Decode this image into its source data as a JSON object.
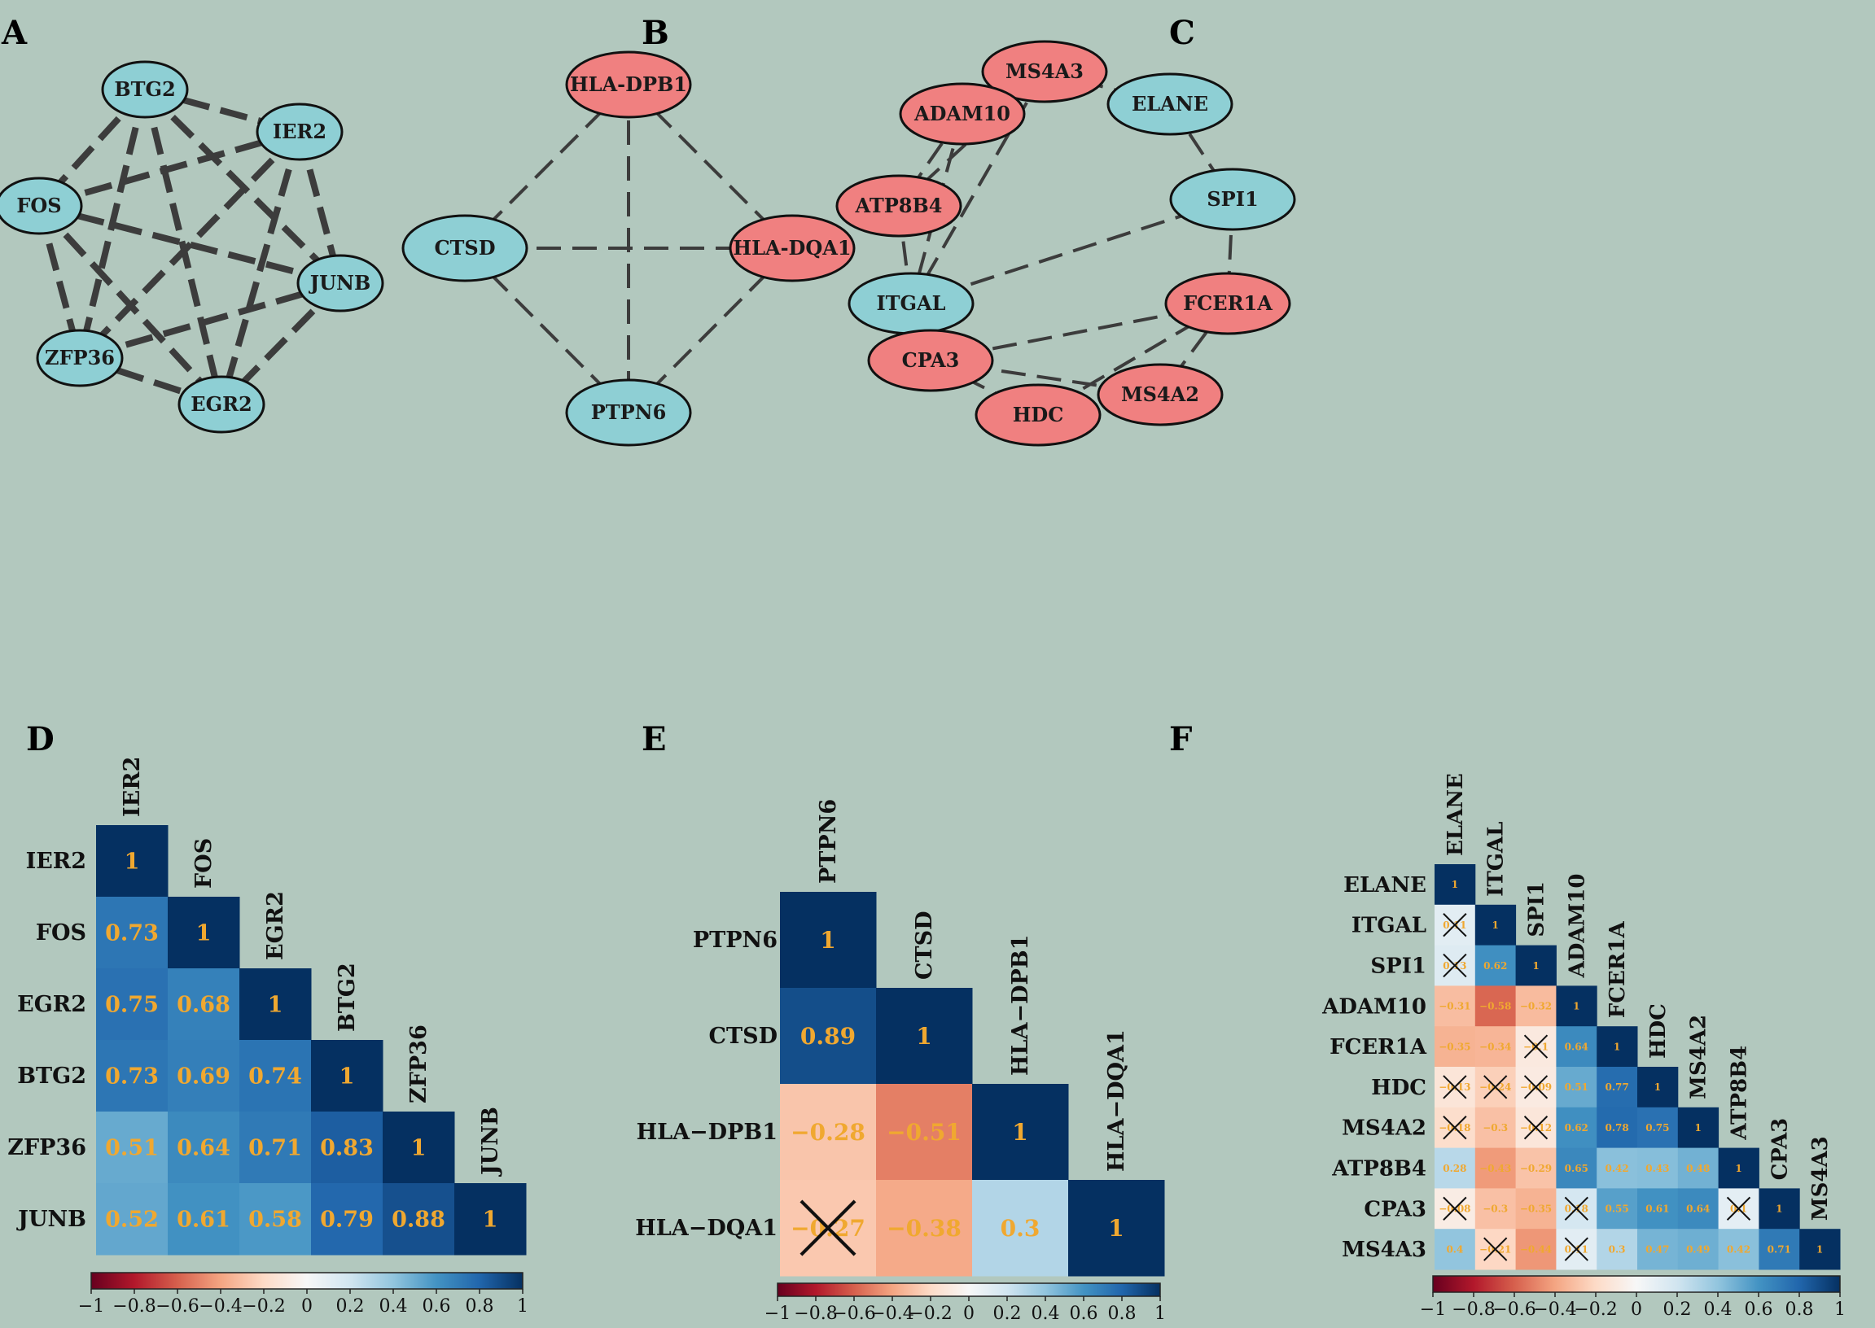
{
  "panels": [
    "A",
    "B",
    "C",
    "D",
    "E",
    "F"
  ],
  "colors": {
    "background": "#b2c8be",
    "node_blue": "#8ecfd4",
    "node_red": "#f08080",
    "edge": "#3c3c3c",
    "value_text": "#f0a830",
    "mark_x": "#111111"
  },
  "networks": [
    {
      "panel": "A",
      "edge_style": "thick-dash",
      "nodes": [
        {
          "id": "BTG2",
          "label": "BTG2",
          "color": "blue"
        },
        {
          "id": "IER2",
          "label": "IER2",
          "color": "blue"
        },
        {
          "id": "FOS",
          "label": "FOS",
          "color": "blue"
        },
        {
          "id": "JUNB",
          "label": "JUNB",
          "color": "blue"
        },
        {
          "id": "ZFP36",
          "label": "ZFP36",
          "color": "blue"
        },
        {
          "id": "EGR2",
          "label": "EGR2",
          "color": "blue"
        }
      ],
      "edges": [
        [
          "BTG2",
          "IER2"
        ],
        [
          "BTG2",
          "FOS"
        ],
        [
          "BTG2",
          "JUNB"
        ],
        [
          "BTG2",
          "ZFP36"
        ],
        [
          "BTG2",
          "EGR2"
        ],
        [
          "IER2",
          "FOS"
        ],
        [
          "IER2",
          "JUNB"
        ],
        [
          "IER2",
          "ZFP36"
        ],
        [
          "IER2",
          "EGR2"
        ],
        [
          "FOS",
          "JUNB"
        ],
        [
          "FOS",
          "ZFP36"
        ],
        [
          "FOS",
          "EGR2"
        ],
        [
          "JUNB",
          "ZFP36"
        ],
        [
          "JUNB",
          "EGR2"
        ],
        [
          "ZFP36",
          "EGR2"
        ]
      ]
    },
    {
      "panel": "B",
      "edge_style": "thin-dash",
      "nodes": [
        {
          "id": "HLA-DPB1",
          "label": "HLA-DPB1",
          "color": "red"
        },
        {
          "id": "CTSD",
          "label": "CTSD",
          "color": "blue"
        },
        {
          "id": "HLA-DQA1",
          "label": "HLA-DQA1",
          "color": "red"
        },
        {
          "id": "PTPN6",
          "label": "PTPN6",
          "color": "blue"
        }
      ],
      "edges": [
        [
          "HLA-DPB1",
          "CTSD"
        ],
        [
          "HLA-DPB1",
          "HLA-DQA1"
        ],
        [
          "HLA-DPB1",
          "PTPN6"
        ],
        [
          "CTSD",
          "HLA-DQA1"
        ],
        [
          "CTSD",
          "PTPN6"
        ],
        [
          "HLA-DQA1",
          "PTPN6"
        ]
      ]
    },
    {
      "panel": "C",
      "edge_style": "thin-dash",
      "nodes": [
        {
          "id": "MS4A3",
          "label": "MS4A3",
          "color": "red"
        },
        {
          "id": "ADAM10",
          "label": "ADAM10",
          "color": "red"
        },
        {
          "id": "ELANE",
          "label": "ELANE",
          "color": "blue"
        },
        {
          "id": "ATP8B4",
          "label": "ATP8B4",
          "color": "red"
        },
        {
          "id": "SPI1",
          "label": "SPI1",
          "color": "blue"
        },
        {
          "id": "ITGAL",
          "label": "ITGAL",
          "color": "blue"
        },
        {
          "id": "FCER1A",
          "label": "FCER1A",
          "color": "red"
        },
        {
          "id": "CPA3",
          "label": "CPA3",
          "color": "red"
        },
        {
          "id": "MS4A2",
          "label": "MS4A2",
          "color": "red"
        },
        {
          "id": "HDC",
          "label": "HDC",
          "color": "red"
        }
      ],
      "edges": [
        [
          "MS4A3",
          "ELANE"
        ],
        [
          "MS4A3",
          "ADAM10"
        ],
        [
          "MS4A3",
          "ATP8B4"
        ],
        [
          "MS4A3",
          "ITGAL"
        ],
        [
          "ADAM10",
          "ATP8B4"
        ],
        [
          "ADAM10",
          "ITGAL"
        ],
        [
          "ATP8B4",
          "ITGAL"
        ],
        [
          "ELANE",
          "SPI1"
        ],
        [
          "SPI1",
          "ITGAL"
        ],
        [
          "SPI1",
          "FCER1A"
        ],
        [
          "FCER1A",
          "CPA3"
        ],
        [
          "FCER1A",
          "HDC"
        ],
        [
          "FCER1A",
          "MS4A2"
        ],
        [
          "CPA3",
          "MS4A2"
        ],
        [
          "CPA3",
          "HDC"
        ],
        [
          "HDC",
          "MS4A2"
        ]
      ]
    }
  ],
  "chart_data": [
    {
      "panel": "D",
      "type": "heatmap",
      "variables": [
        "IER2",
        "FOS",
        "EGR2",
        "BTG2",
        "ZFP36",
        "JUNB"
      ],
      "matrix": [
        [
          1
        ],
        [
          0.73,
          1
        ],
        [
          0.75,
          0.68,
          1
        ],
        [
          0.73,
          0.69,
          0.74,
          1
        ],
        [
          0.51,
          0.64,
          0.71,
          0.83,
          1
        ],
        [
          0.52,
          0.61,
          0.58,
          0.79,
          0.88,
          1
        ]
      ],
      "insignificant": [],
      "colorbar": {
        "range": [
          -1,
          1
        ],
        "ticks": [
          "−1",
          "−0.8",
          "−0.6",
          "−0.4",
          "−0.2",
          "0",
          "0.2",
          "0.4",
          "0.6",
          "0.8",
          "1"
        ]
      }
    },
    {
      "panel": "E",
      "type": "heatmap",
      "variables": [
        "PTPN6",
        "CTSD",
        "HLA−DPB1",
        "HLA−DQA1"
      ],
      "matrix": [
        [
          1
        ],
        [
          0.89,
          1
        ],
        [
          -0.28,
          -0.51,
          1
        ],
        [
          -0.27,
          -0.38,
          0.3,
          1
        ]
      ],
      "insignificant": [
        [
          3,
          0
        ]
      ],
      "colorbar": {
        "range": [
          -1,
          1
        ],
        "ticks": [
          "−1",
          "−0.8",
          "−0.6",
          "−0.4",
          "−0.2",
          "0",
          "0.2",
          "0.4",
          "0.6",
          "0.8",
          "1"
        ]
      }
    },
    {
      "panel": "F",
      "type": "heatmap",
      "variables": [
        "ELANE",
        "ITGAL",
        "SPI1",
        "ADAM10",
        "FCER1A",
        "HDC",
        "MS4A2",
        "ATP8B4",
        "CPA3",
        "MS4A3"
      ],
      "matrix": [
        [
          1
        ],
        [
          0.11,
          1
        ],
        [
          0.13,
          0.62,
          1
        ],
        [
          -0.31,
          -0.58,
          -0.32,
          1
        ],
        [
          -0.35,
          -0.34,
          -0.1,
          0.64,
          1
        ],
        [
          -0.13,
          -0.24,
          -0.09,
          0.51,
          0.77,
          1
        ],
        [
          -0.18,
          -0.3,
          -0.12,
          0.62,
          0.78,
          0.75,
          1
        ],
        [
          0.28,
          -0.43,
          -0.29,
          0.65,
          0.42,
          0.43,
          0.48,
          1
        ],
        [
          -0.08,
          -0.3,
          -0.35,
          0.18,
          0.55,
          0.61,
          0.64,
          0.1,
          1
        ],
        [
          0.4,
          -0.21,
          -0.44,
          0.11,
          0.3,
          0.47,
          0.49,
          0.42,
          0.71,
          1
        ]
      ],
      "insignificant": [
        [
          1,
          0
        ],
        [
          2,
          0
        ],
        [
          4,
          2
        ],
        [
          5,
          0
        ],
        [
          5,
          1
        ],
        [
          5,
          2
        ],
        [
          6,
          0
        ],
        [
          6,
          2
        ],
        [
          8,
          0
        ],
        [
          8,
          3
        ],
        [
          8,
          7
        ],
        [
          9,
          1
        ],
        [
          9,
          3
        ]
      ],
      "colorbar": {
        "range": [
          -1,
          1
        ],
        "ticks": [
          "−1",
          "−0.8",
          "−0.6",
          "−0.4",
          "−0.2",
          "0",
          "0.2",
          "0.4",
          "0.6",
          "0.8",
          "1"
        ]
      }
    }
  ]
}
